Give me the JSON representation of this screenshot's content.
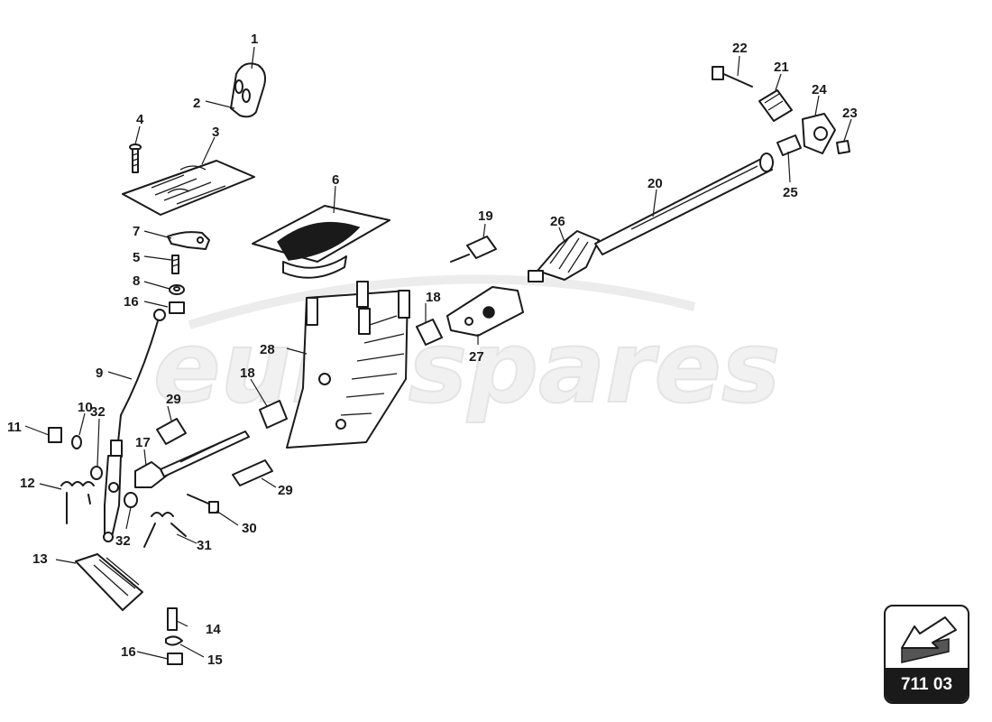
{
  "watermark": "eurospares",
  "section_code": "711 03",
  "nav_icon": "back-arrow-icon",
  "callout_labels": {
    "1": "1",
    "2": "2",
    "3": "3",
    "4": "4",
    "5": "5",
    "6": "6",
    "7": "7",
    "8": "8",
    "9": "9",
    "10": "10",
    "11": "11",
    "12": "12",
    "13": "13",
    "14": "14",
    "15": "15",
    "16": "16",
    "17": "17",
    "18": "18",
    "19": "19",
    "20": "20",
    "21": "21",
    "22": "22",
    "23": "23",
    "24": "24",
    "25": "25",
    "26": "26",
    "27": "27",
    "28": "28",
    "29": "29",
    "30": "30",
    "31": "31",
    "32": "32"
  }
}
